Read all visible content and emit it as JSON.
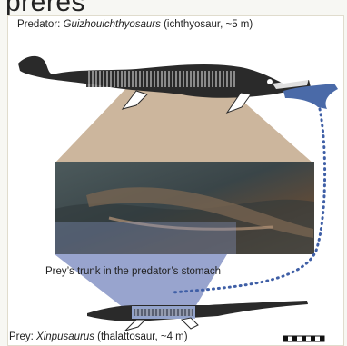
{
  "header": {
    "clipped_word": "preres"
  },
  "predator": {
    "prefix": "Predator: ",
    "genus": "Guizhouichthyosaurs",
    "suffix": " (ichthyosaur, ~5 m)"
  },
  "stomach_caption": "Prey’s trunk in the predator’s stomach",
  "prey": {
    "prefix": "Prey: ",
    "genus": "Xinpusaurus",
    "suffix": " (thalattosaur, ~4 m)"
  },
  "colors": {
    "predator_body": "#2a2a2a",
    "prey_highlight": "#4a6aa8",
    "cone_tan": "#c9b298",
    "cone_blue": "#8d9ac9",
    "dotted_line": "#3f5fa6"
  }
}
